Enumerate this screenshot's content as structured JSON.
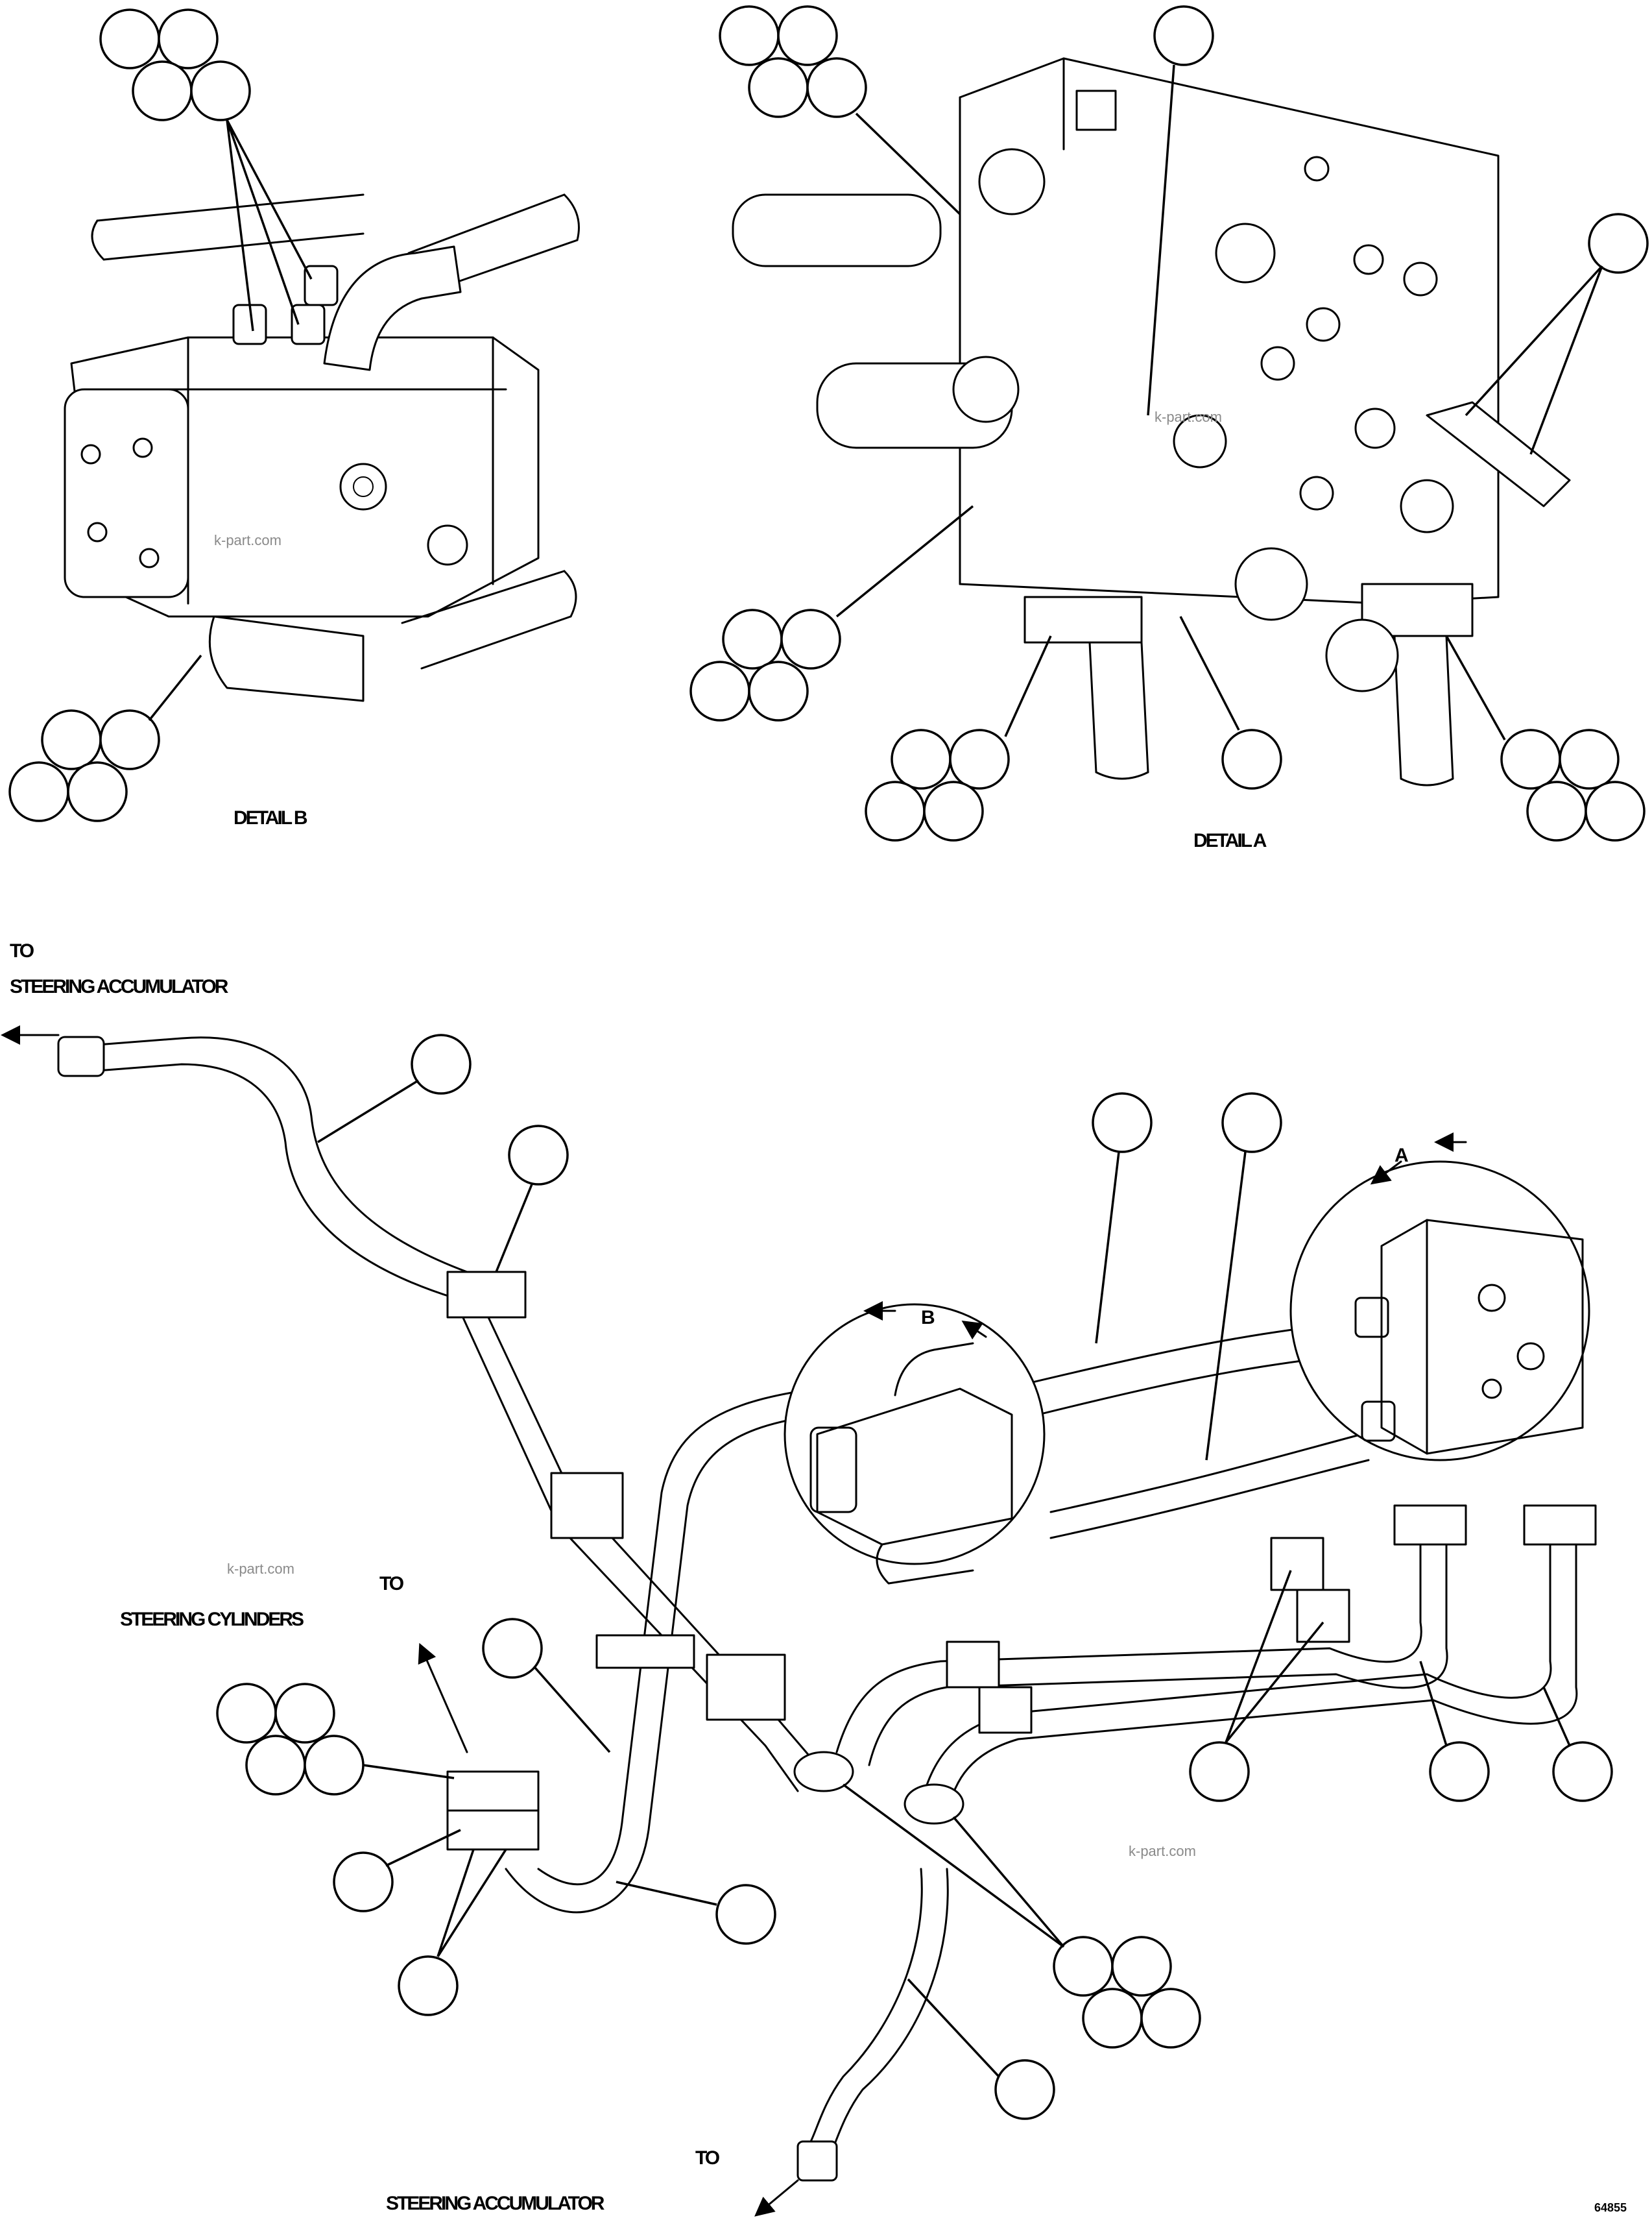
{
  "labels": {
    "detail_b": "DETAIL B",
    "detail_a": "DETAIL A",
    "to_top": "TO",
    "steering_accumulator_top": "STEERING ACCUMULATOR",
    "to_mid": "TO",
    "steering_cylinders": "STEERING CYLINDERS",
    "to_bottom": "TO",
    "steering_accumulator_bottom": "STEERING ACCUMULATOR",
    "view_a": "A",
    "view_b": "B",
    "figure_code": "64855"
  },
  "watermark": "k-part.com",
  "colors": {
    "ink": "#000000",
    "paper": "#ffffff",
    "watermark": "#8a8a8a"
  }
}
